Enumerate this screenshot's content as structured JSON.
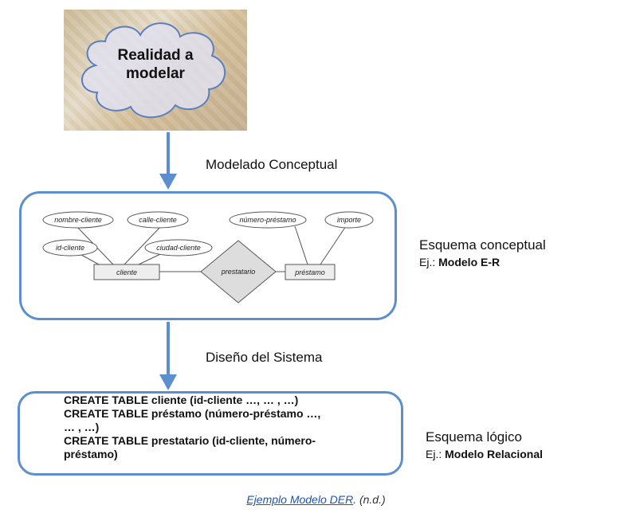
{
  "cloud": {
    "line1": "Realidad a",
    "line2": "modelar"
  },
  "steps": {
    "conceptual": "Modelado Conceptual",
    "design": "Diseño del Sistema"
  },
  "er": {
    "attributes": {
      "nombre_cliente": "nombre-cliente",
      "calle_cliente": "calle-cliente",
      "id_cliente": "id-cliente",
      "ciudad_cliente": "ciudad-cliente",
      "numero_prestamo": "número-préstamo",
      "importe": "importe"
    },
    "entities": {
      "cliente": "cliente",
      "prestamo": "préstamo"
    },
    "relationship": "prestatario"
  },
  "side": {
    "conceptual_title": "Esquema conceptual",
    "conceptual_prefix": "Ej.: ",
    "conceptual_model": "Modelo E-R",
    "logical_title": "Esquema lógico",
    "logical_prefix": "Ej.: ",
    "logical_model": "Modelo Relacional"
  },
  "sql": [
    "CREATE TABLE cliente (id-cliente …, … , …)",
    "CREATE TABLE préstamo (número-préstamo …,",
    "… , …)",
    "CREATE TABLE prestatario (id-cliente, número-",
    "préstamo)"
  ],
  "caption": {
    "link": "Ejemplo Modelo DER",
    "suffix": ". (n.d.)"
  },
  "colors": {
    "accent": "#5b8fd0",
    "link": "#1a56b3"
  }
}
